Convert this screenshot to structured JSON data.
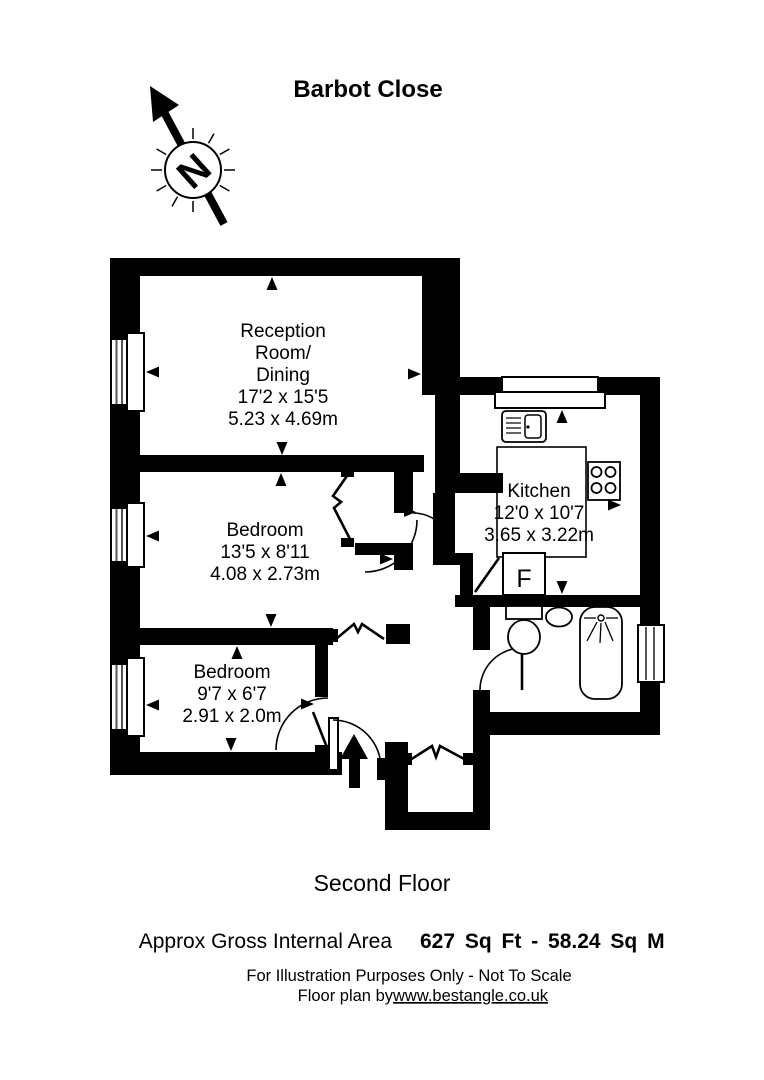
{
  "title": "Barbot Close",
  "compass": {
    "north_label": "N"
  },
  "plan": {
    "floor_label": "Second Floor",
    "rooms": {
      "reception": {
        "line1": "Reception",
        "line2": "Room/",
        "line3": "Dining",
        "dims_imperial": "17'2 x 15'5",
        "dims_metric": "5.23 x 4.69m"
      },
      "bedroom1": {
        "name": "Bedroom",
        "dims_imperial": "13'5 x 8'11",
        "dims_metric": "4.08 x 2.73m"
      },
      "bedroom2": {
        "name": "Bedroom",
        "dims_imperial": "9'7 x 6'7",
        "dims_metric": "2.91 x 2.0m"
      },
      "kitchen": {
        "name": "Kitchen",
        "dims_imperial": "12'0 x 10'7",
        "dims_metric": "3.65 x 3.22m"
      },
      "fridge_label": "F"
    }
  },
  "footer": {
    "area_label": "Approx Gross Internal Area",
    "area_value": "627 Sq Ft - 58.24 Sq M",
    "disclaimer": "For Illustration Purposes Only - Not To Scale",
    "credit_prefix": "Floor plan by ",
    "credit_link": "www.bestangle.co.uk"
  },
  "colors": {
    "wall": "#000000",
    "background": "#ffffff",
    "ink": "#000000"
  }
}
